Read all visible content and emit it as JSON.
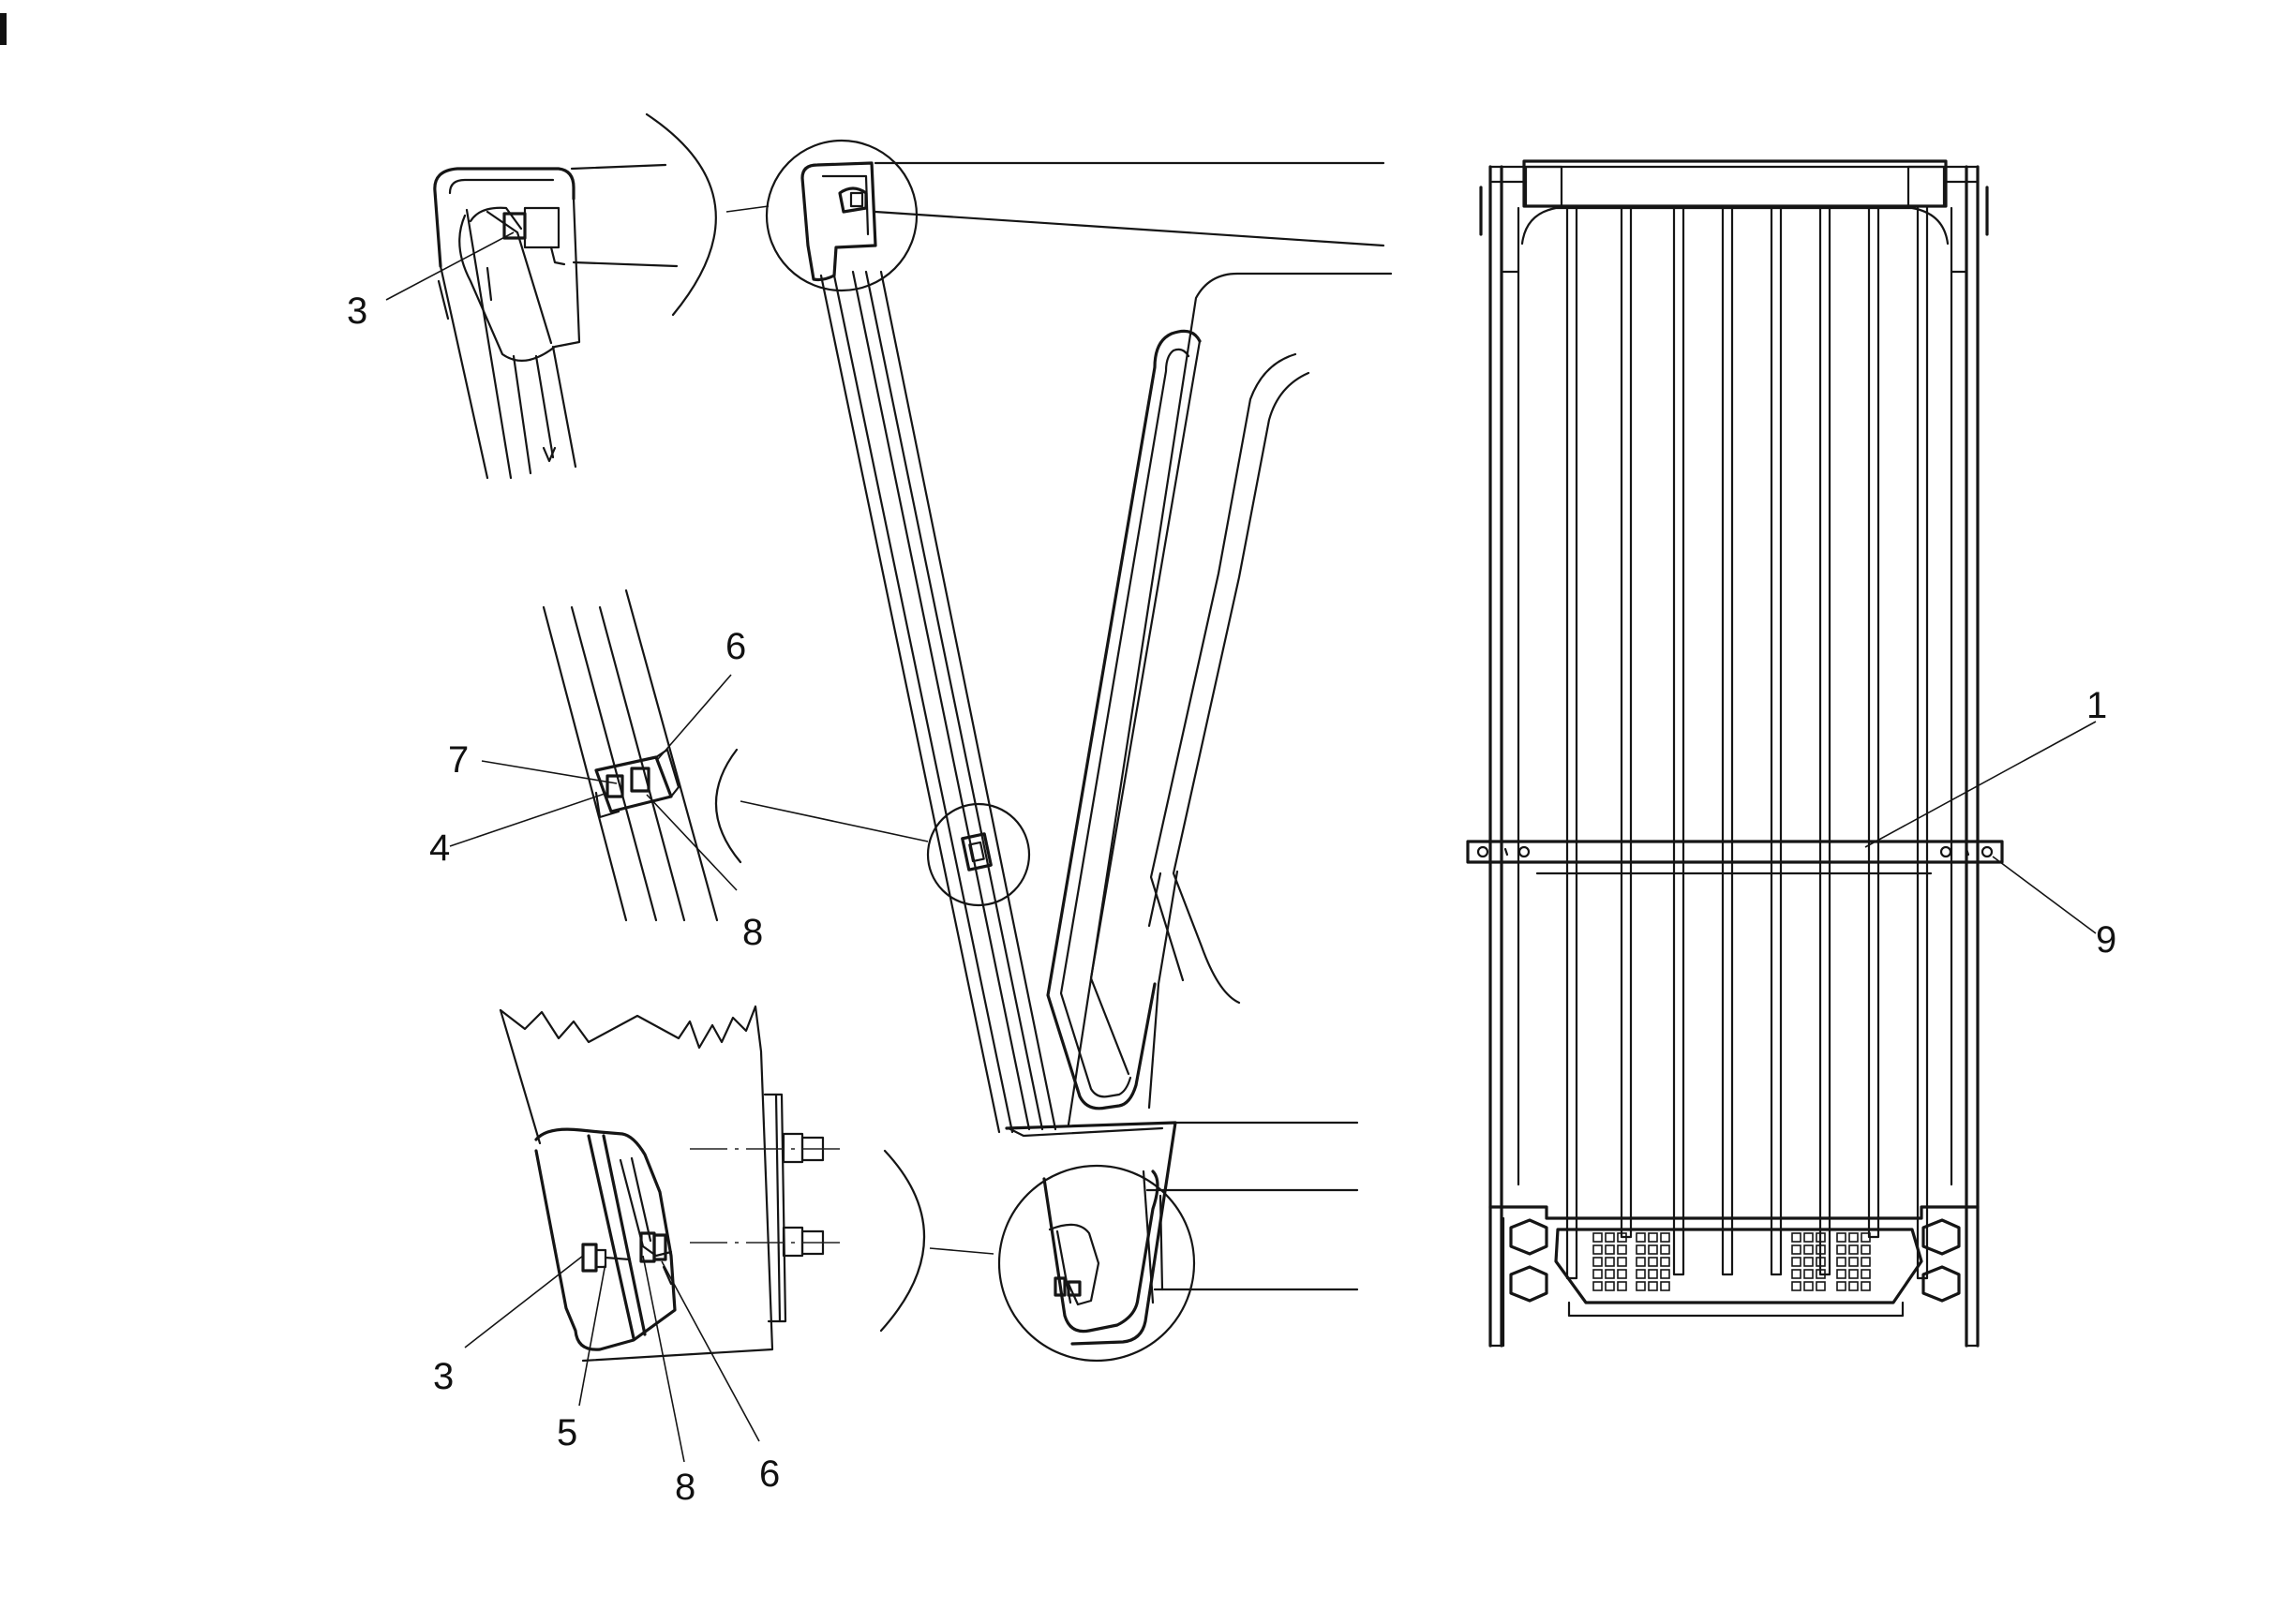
{
  "diagram": {
    "callouts": [
      {
        "id": "callout-3-top",
        "text": "3"
      },
      {
        "id": "callout-6-mid",
        "text": "6"
      },
      {
        "id": "callout-7-mid",
        "text": "7"
      },
      {
        "id": "callout-4-mid",
        "text": "4"
      },
      {
        "id": "callout-8-mid",
        "text": "8"
      },
      {
        "id": "callout-3-bottom",
        "text": "3"
      },
      {
        "id": "callout-5-bottom",
        "text": "5"
      },
      {
        "id": "callout-8-bottom",
        "text": "8"
      },
      {
        "id": "callout-6-bottom",
        "text": "6"
      },
      {
        "id": "callout-1-right",
        "text": "1"
      },
      {
        "id": "callout-9-right",
        "text": "9"
      }
    ]
  }
}
